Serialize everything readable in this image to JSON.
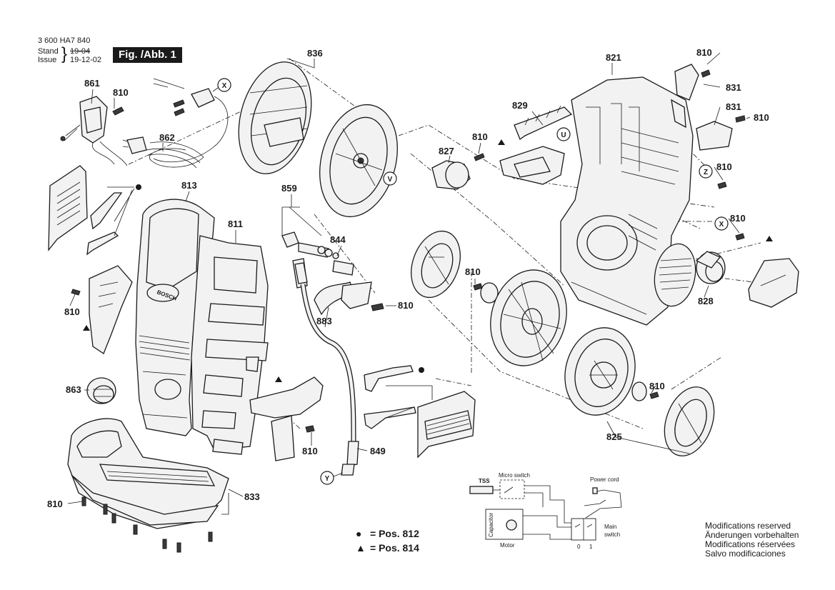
{
  "header": {
    "part_number": "3 600 HA7 840",
    "stand_label": "Stand",
    "stand_value": "19-04",
    "issue_label": "Issue",
    "issue_value": "19-12-02",
    "figure": "Fig. /Abb. 1"
  },
  "legend": {
    "dot": "= Pos. 812",
    "triangle": "= Pos. 814"
  },
  "modifications": [
    "Modifications reserved",
    "Änderungen vorbehalten",
    "Modifications réservées",
    "Salvo modificaciones"
  ],
  "parts": {
    "p836": "836",
    "p821": "821",
    "p810": "810",
    "p831": "831",
    "p861": "861",
    "p862": "862",
    "p829": "829",
    "p827": "827",
    "p813": "813",
    "p811": "811",
    "p859": "859",
    "p844": "844",
    "p883": "883",
    "p828": "828",
    "p863": "863",
    "p849": "849",
    "p833": "833",
    "p825": "825"
  },
  "callouts": {
    "x": "X",
    "y": "Y",
    "u": "U",
    "v": "V",
    "z": "Z"
  },
  "schematic": {
    "tss": "TSS",
    "micro_switch": "Micro switch",
    "power_cord": "Power cord",
    "capacitor": "Capacitor",
    "motor": "Motor",
    "main_switch_1": "Main",
    "main_switch_2": "switch",
    "pos_0": "0",
    "pos_1": "1"
  }
}
